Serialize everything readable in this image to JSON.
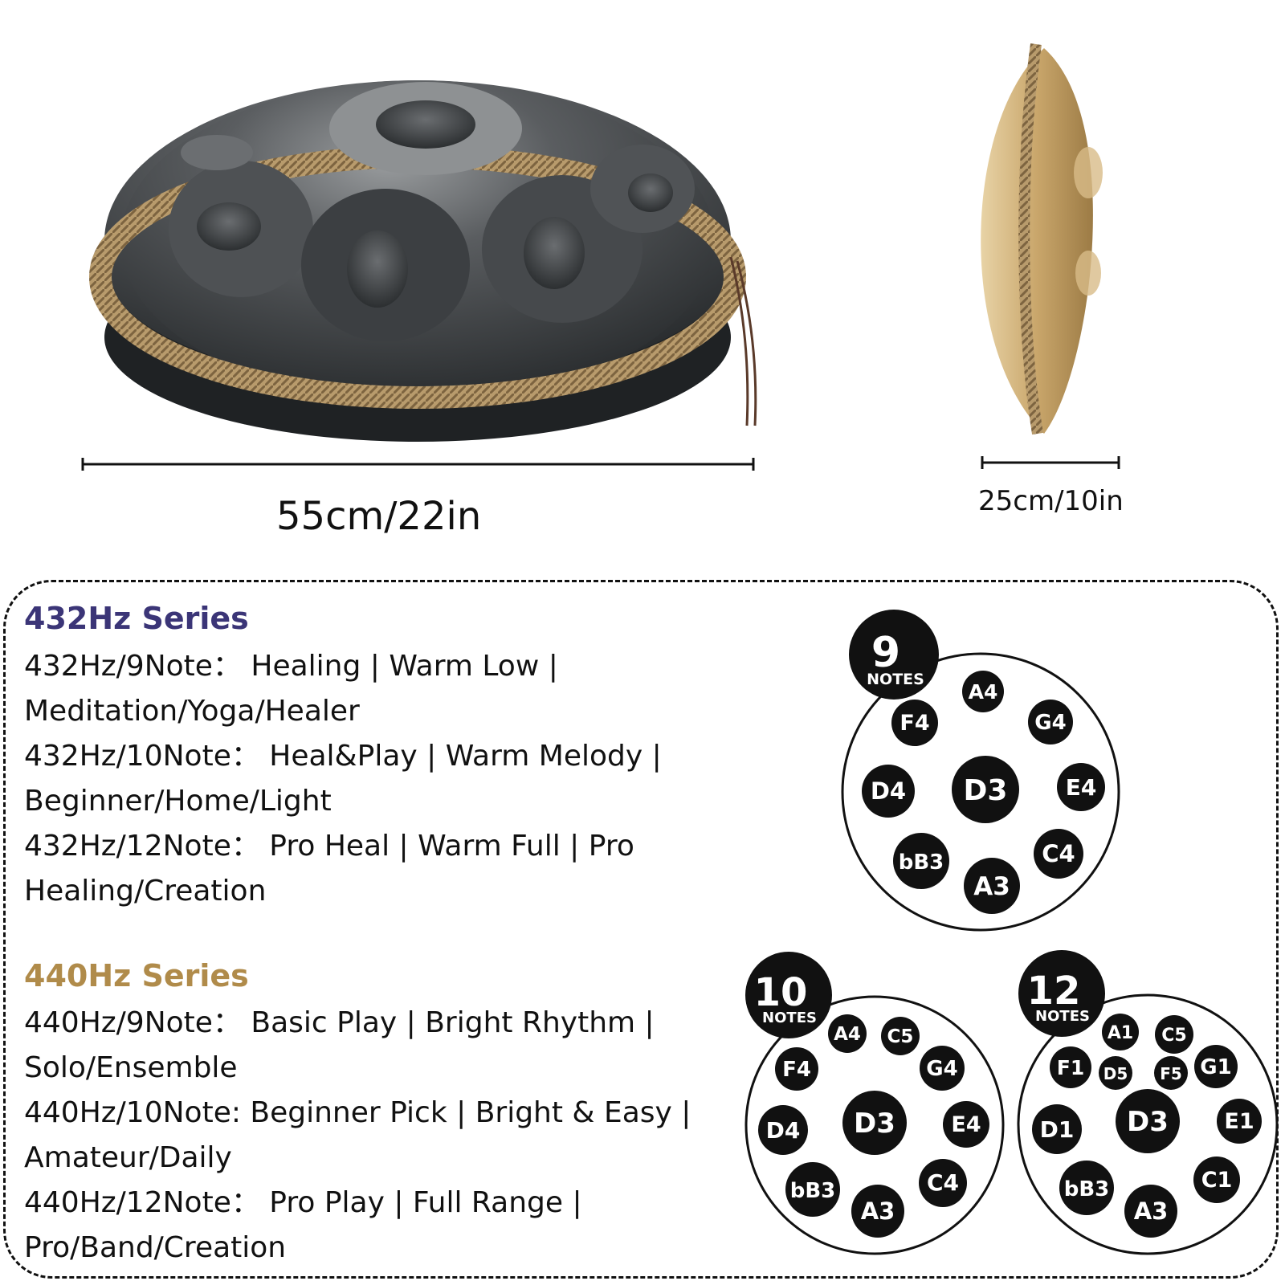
{
  "colors": {
    "series_432": "#3b3577",
    "series_440": "#b08b4a",
    "drum_dark": "#3a3d40",
    "drum_gold": "#c9a66b",
    "rope": "#b89b6c"
  },
  "dimensions": {
    "width_label": "55cm/22in",
    "height_label": "25cm/10in"
  },
  "series": [
    {
      "title": "432Hz Series",
      "lines": [
        "432Hz/9Note： Healing | Warm Low |",
        "Meditation/Yoga/Healer",
        "432Hz/10Note： Heal&Play | Warm Melody |",
        "Beginner/Home/Light",
        "432Hz/12Note： Pro Heal | Warm Full | Pro",
        "Healing/Creation"
      ]
    },
    {
      "title": "440Hz Series",
      "lines": [
        "440Hz/9Note： Basic Play | Bright Rhythm |",
        "Solo/Ensemble",
        "440Hz/10Note: Beginner Pick | Bright & Easy |",
        "Amateur/Daily",
        "440Hz/12Note： Pro Play | Full Range |",
        "Pro/Band/Creation"
      ]
    }
  ],
  "note_layouts": [
    {
      "count": "9",
      "badge_label": "NOTES",
      "notes": [
        "A4",
        "G4",
        "E4",
        "C4",
        "A3",
        "bB3",
        "D4",
        "F4"
      ],
      "center_note": "D3"
    },
    {
      "count": "10",
      "badge_label": "NOTES",
      "notes": [
        "A4",
        "C5",
        "G4",
        "E4",
        "C4",
        "A3",
        "bB3",
        "D4",
        "F4"
      ],
      "center_note": "D3"
    },
    {
      "count": "12",
      "badge_label": "NOTES",
      "notes": [
        "A1",
        "C5",
        "G1",
        "E1",
        "C1",
        "A3",
        "bB3",
        "D1",
        "F1"
      ],
      "inner_notes": [
        "D5",
        "F5"
      ],
      "center_note": "D3"
    }
  ]
}
